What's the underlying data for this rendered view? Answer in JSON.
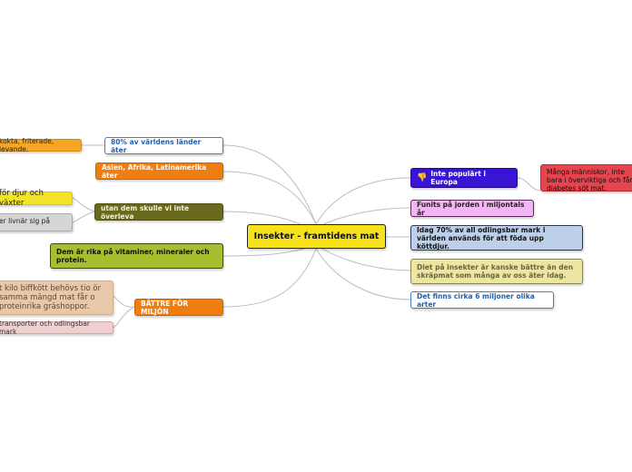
{
  "central": "Insekter - framtidens mat",
  "left": [
    {
      "id": "l1",
      "label": "80% av världens länder äter"
    },
    {
      "id": "l2",
      "label": "Asien, Afrika, Latinamerika äter"
    },
    {
      "id": "l3",
      "label": "utan dem skulle vi inte överleva"
    },
    {
      "id": "l4",
      "label": "Dem är rika på vitaminer, mineraler och protein."
    },
    {
      "id": "l5",
      "label": "BÄTTRE FÖR MILJÖN"
    }
  ],
  "right": [
    {
      "id": "r1",
      "label": "Inte populärt i Europa",
      "icon": "thumbs-down-icon"
    },
    {
      "id": "r2",
      "label": "Funits på jorden i miljontals år"
    },
    {
      "id": "r3",
      "label": "Idag 70% av all odlingsbar mark i världen används för att föda upp köttdjur."
    },
    {
      "id": "r4",
      "label": "Diet på insekter är kanske bättre än den skräpmat som många av oss äter idag."
    },
    {
      "id": "r5",
      "label": "Det finns cirka 6 miljoner olika arter"
    }
  ],
  "subs": [
    {
      "id": "s1",
      "label": "kokta, friterade, levande."
    },
    {
      "id": "s2",
      "label": "för djur och växter"
    },
    {
      "id": "s3",
      "label": "er livnär sig på"
    },
    {
      "id": "s4",
      "label": "t kilo biffkött behövs tio ör samma mängd mat får o proteinrika gräshoppor."
    },
    {
      "id": "s5",
      "label": "transporter och odlingsbar mark"
    },
    {
      "id": "s6",
      "label": "Många människor, inte bara i överviktiga och får diabetes söt mat."
    }
  ]
}
